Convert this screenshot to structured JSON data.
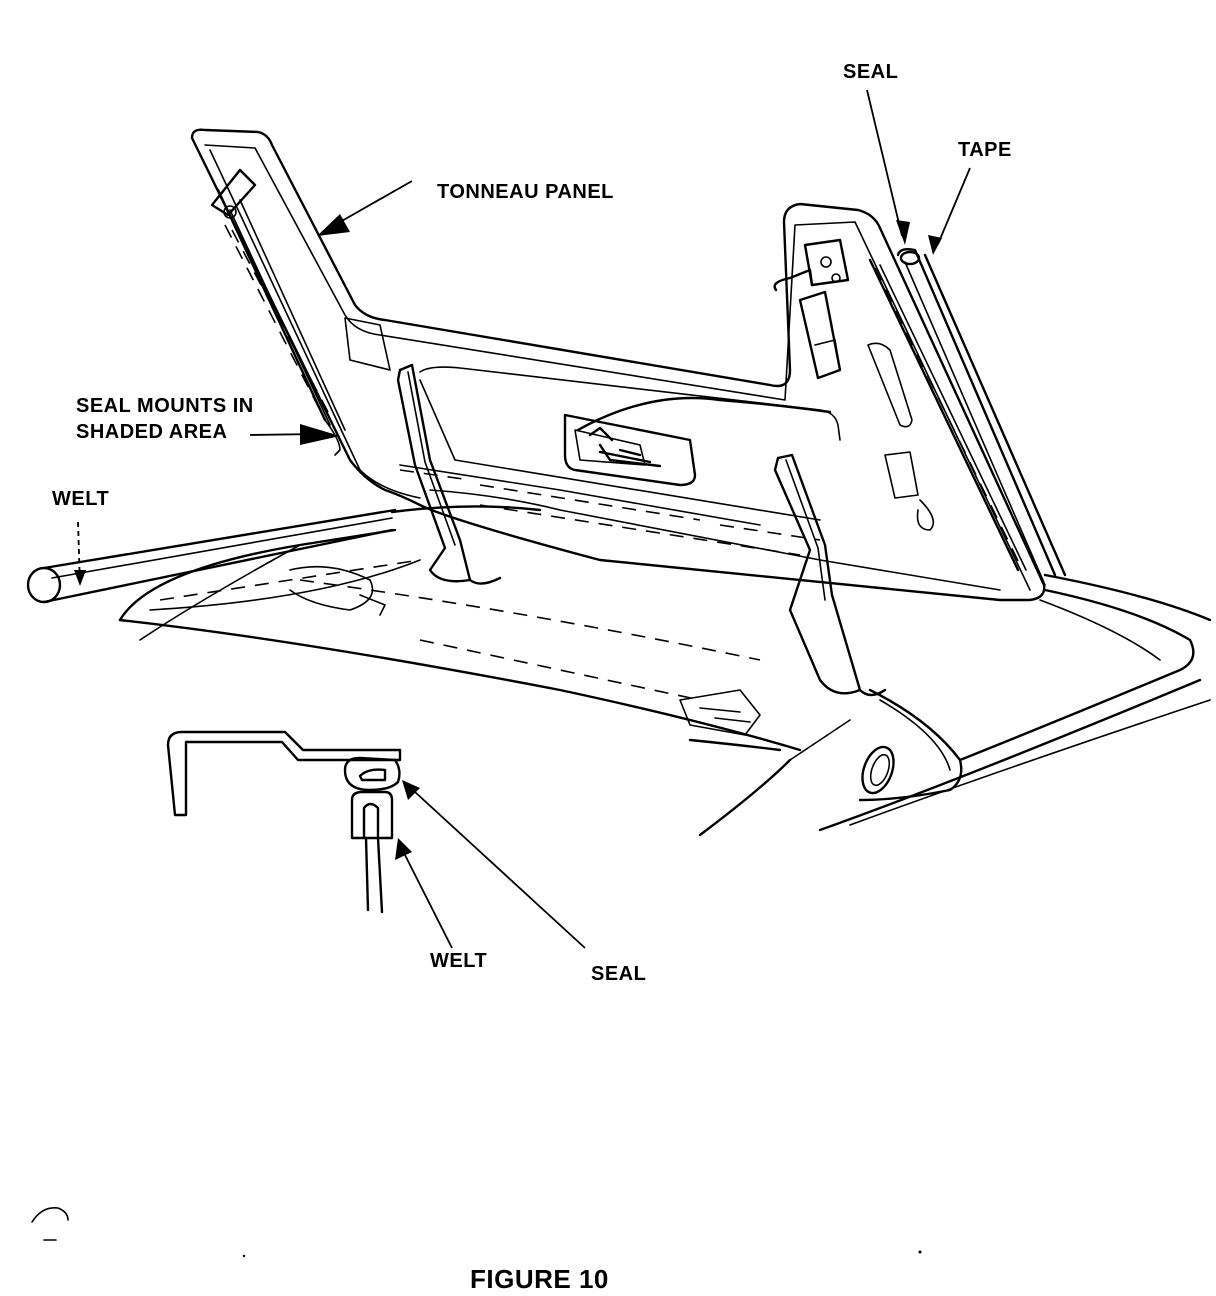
{
  "figure": {
    "caption": "FIGURE 10",
    "callouts": {
      "seal_top": "SEAL",
      "tape": "TAPE",
      "tonneau_panel": "TONNEAU PANEL",
      "seal_mounts_line1": "SEAL MOUNTS IN",
      "seal_mounts_line2": "SHADED AREA",
      "welt_left": "WELT",
      "welt_detail": "WELT",
      "seal_detail": "SEAL"
    }
  },
  "colors": {
    "ink": "#000000",
    "paper": "#ffffff"
  }
}
